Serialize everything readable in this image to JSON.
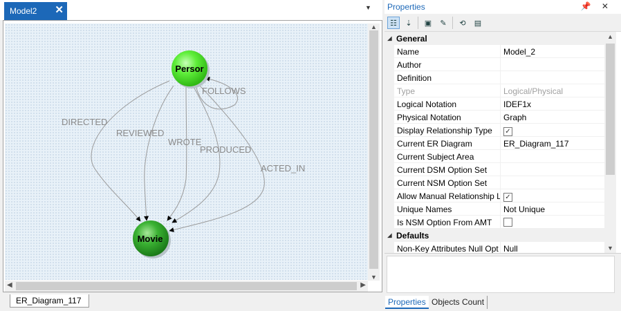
{
  "document": {
    "tab_title": "Model2",
    "tab_close_glyph": "✕",
    "tab_dropdown_glyph": "▼",
    "sheet_tab": "ER_Diagram_117"
  },
  "diagram": {
    "nodes": [
      {
        "id": "person",
        "label": "Persor",
        "color": "green"
      },
      {
        "id": "movie",
        "label": "Movie",
        "color": "dark-green"
      }
    ],
    "edges": [
      {
        "label": "DIRECTED",
        "from": "Persor",
        "to": "Movie"
      },
      {
        "label": "REVIEWED",
        "from": "Persor",
        "to": "Movie"
      },
      {
        "label": "WROTE",
        "from": "Persor",
        "to": "Movie"
      },
      {
        "label": "PRODUCED",
        "from": "Persor",
        "to": "Movie"
      },
      {
        "label": "ACTED_IN",
        "from": "Persor",
        "to": "Movie"
      },
      {
        "label": "FOLLOWS",
        "from": "Persor",
        "to": "Persor"
      }
    ]
  },
  "properties_panel": {
    "title": "Properties",
    "title_buttons": "📌 ✕",
    "toolbar": [
      {
        "name": "categorized-icon",
        "glyph": "☷",
        "active": true
      },
      {
        "name": "alphabetical-sort-icon",
        "glyph": "⇣",
        "active": false
      },
      {
        "name": "property-pages-icon",
        "glyph": "▣",
        "active": false
      },
      {
        "name": "edit-icon",
        "glyph": "✎",
        "active": false
      },
      {
        "name": "refresh-icon",
        "glyph": "⟲",
        "active": false
      },
      {
        "name": "book-icon",
        "glyph": "▤",
        "active": false
      }
    ],
    "categories": [
      {
        "name": "General",
        "rows": [
          {
            "name": "Name",
            "value": "Model_2"
          },
          {
            "name": "Author",
            "value": ""
          },
          {
            "name": "Definition",
            "value": ""
          },
          {
            "name": "Type",
            "value": "Logical/Physical",
            "disabled": true
          },
          {
            "name": "Logical Notation",
            "value": "IDEF1x"
          },
          {
            "name": "Physical Notation",
            "value": "Graph"
          },
          {
            "name": "Display Relationship Type",
            "checkbox": true,
            "checked": true
          },
          {
            "name": "Current ER Diagram",
            "value": "ER_Diagram_117"
          },
          {
            "name": "Current Subject Area",
            "value": ""
          },
          {
            "name": "Current DSM Option Set",
            "value": ""
          },
          {
            "name": "Current NSM Option Set",
            "value": ""
          },
          {
            "name": "Allow Manual Relationship L",
            "checkbox": true,
            "checked": true
          },
          {
            "name": "Unique Names",
            "value": "Not Unique"
          },
          {
            "name": "Is NSM Option From AMT",
            "checkbox": true,
            "checked": false
          }
        ]
      },
      {
        "name": "Defaults",
        "rows": [
          {
            "name": "Non-Key Attributes Null Opt",
            "value": "Null"
          }
        ]
      }
    ],
    "tabs": [
      {
        "label": "Properties",
        "active": true
      },
      {
        "label": "Objects Count",
        "active": false
      }
    ]
  },
  "colors": {
    "accent": "#1c68b8",
    "canvas_bg": "#e8f1f8",
    "edge_label": "#8a8a8a"
  }
}
